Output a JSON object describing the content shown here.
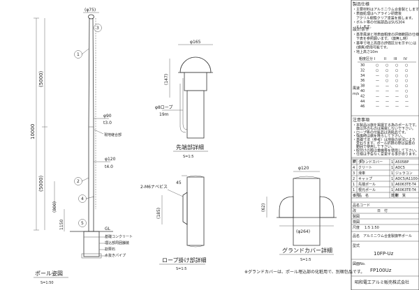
{
  "pole_elevation": {
    "title": "ポール姿図",
    "scale": "S=1:50",
    "dim_top_dia": "(φ75)",
    "dim_upper_5000": "(5000)",
    "dim_total_10000": "10000",
    "dim_lower_5000": "(5000)",
    "dim_800": "(800)",
    "dim_1150": "1150",
    "dia_mid": "φ90",
    "thk_mid": "t3.0",
    "joint_label": "現地継合部",
    "dia_base": "φ120",
    "thk_base": "t4.0",
    "gl": "GL",
    "callouts": [
      "1",
      "2",
      "3",
      "4",
      "5"
    ],
    "foundation_labels": [
      "基礎コンクリート",
      "埋込部周囲舗装",
      "割栗石",
      "水抜きパイプ"
    ]
  },
  "tip_detail": {
    "title": "先端部詳細",
    "scale": "S=1:5",
    "dia_top": "φ165",
    "height": "(147)",
    "rope_dia": "φ8ロープ",
    "rope_len": "19m"
  },
  "rope_hook_detail": {
    "title": "ロープ掛け部詳細",
    "scale": "S=1:5",
    "bolt": "2-M6ナベビス",
    "dim_45": "45",
    "dim_185": "(185)"
  },
  "ground_cover_detail": {
    "title": "グランドカバー詳細",
    "scale": "S=1:5",
    "dia_pipe": "φ120",
    "dia_cover": "(φ264)",
    "dim_62": "(62)"
  },
  "footnote": "※グランドカバーは、ポール埋込部の化粧用で、別梱包品です。",
  "notes": {
    "spec_title": "製品仕様",
    "spec_lines": [
      "・主要材料はアルミニウム合金製とします。",
      "・表面処理はヘアライン研磨後",
      "　アクリル樹脂クリア塗装を施します。",
      "・ボルト等の付属部品はSUS304",
      "　とします。"
    ],
    "design_title": "設計条件",
    "design_lines": [
      "・基準風速と地表面粗度の評価範囲の仕様",
      "　下表を参照願います。（旗無し時）",
      "・基準で地上高度の評価区分を示す(○は",
      "　(旗無)使用可能です。",
      "・地上高さ10m"
    ],
    "wind_header": [
      "粗度区分",
      "I",
      "II",
      "III",
      "IV"
    ],
    "wind_rows": [
      [
        "30",
        "○",
        "○",
        "○",
        "○"
      ],
      [
        "32",
        "○",
        "○",
        "○",
        "○"
      ],
      [
        "34",
        "—",
        "○",
        "○",
        "○"
      ],
      [
        "36",
        "—",
        "○",
        "○",
        "○"
      ],
      [
        "38",
        "—",
        "—",
        "○",
        "○"
      ],
      [
        "40",
        "—",
        "—",
        "—",
        "○"
      ],
      [
        "42",
        "—",
        "—",
        "—",
        "○"
      ],
      [
        "44",
        "—",
        "—",
        "—",
        "—"
      ],
      [
        "46",
        "—",
        "—",
        "—",
        "—"
      ]
    ],
    "wind_side_label": "風速",
    "wind_unit": "m/s",
    "caution_title": "注意事項",
    "caution_lines": [
      "・本製品は旗を掲揚する為のポールです。",
      "　旗以外のものは掲揚しないで下さい。",
      "・ロープ等の付属品は消耗品です。",
      "・強風時は旗を降ろして下さい。",
      "・基礎寸法（参考）は地盤の状況により",
      "　変わります。ポール折損の際は設置の",
      "　範囲で使用して下さい。",
      "・取付けの際は重機等を使用して下さい。",
      "・仕様は予告なく変更する事があります。"
    ],
    "remarks_title": "摘　記"
  },
  "parts_table": {
    "rows": [
      {
        "no": "5",
        "name": "グランドカバー",
        "qty": "1",
        "spec": "A505BP"
      },
      {
        "no": "4",
        "name": "クリート",
        "qty": "1",
        "spec": "ADC5"
      },
      {
        "no": "3",
        "name": "滑車",
        "qty": "1",
        "spec": "ジュラコン"
      },
      {
        "no": "2",
        "name": "キャップ",
        "qty": "1",
        "spec": "ADC5/A1100-0"
      },
      {
        "no": "1",
        "name": "先端ポール",
        "qty": "1",
        "spec": "A6063TE-T4"
      },
      {
        "no": "1",
        "name": "根元ポール",
        "qty": "1",
        "spec": "A6063TE-T4"
      }
    ],
    "header": [
      "番号",
      "品　名",
      "数量",
      "材　質"
    ]
  },
  "title_block": {
    "code_label": "品名コード",
    "revision_label": "改",
    "date_label": "日　付",
    "draw_label": "製図",
    "check_label": "検図",
    "scale_label": "尺度",
    "scale_value": "1:5  1:50",
    "name_label": "品名",
    "product_name": "アルミニウム合金製旗竿ポール",
    "model_label": "型式",
    "model": "10FP-Uz",
    "drawing_no_label": "図面No.",
    "drawing_no": "FP100Uz",
    "company": "昭和電工アルミ販売株式会社"
  }
}
